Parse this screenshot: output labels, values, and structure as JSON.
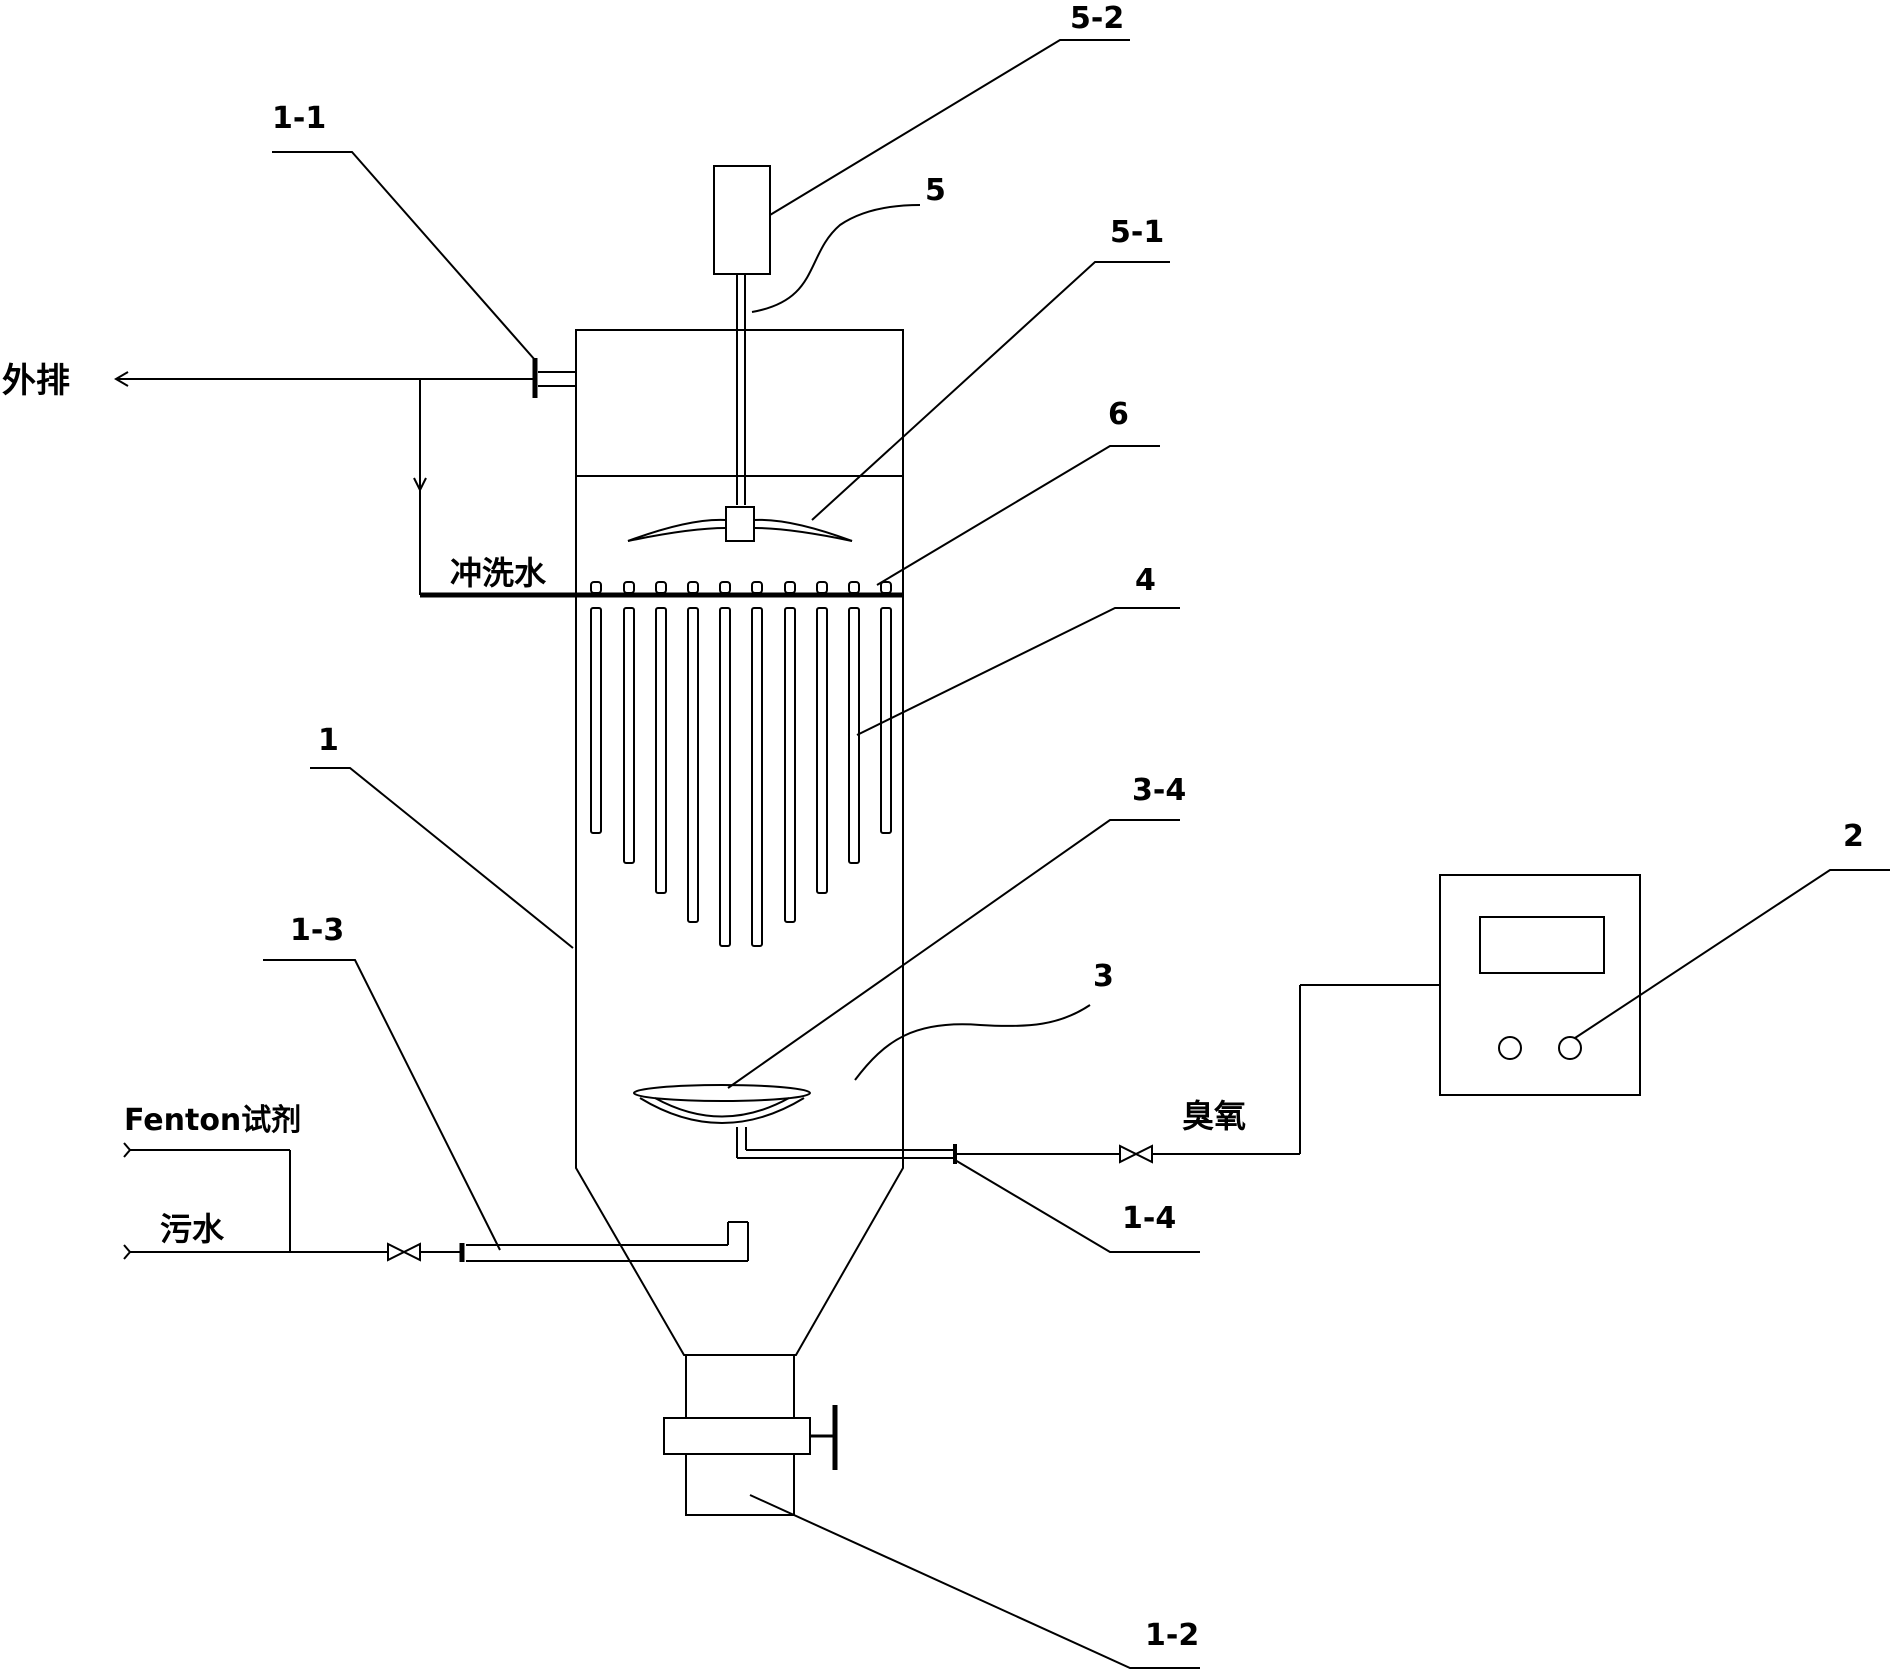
{
  "labels": {
    "part_1": "1",
    "part_1_1": "1-1",
    "part_1_2": "1-2",
    "part_1_3": "1-3",
    "part_1_4": "1-4",
    "part_2": "2",
    "part_3": "3",
    "part_3_4": "3-4",
    "part_4": "4",
    "part_5": "5",
    "part_5_1": "5-1",
    "part_5_2": "5-2",
    "part_6": "6"
  },
  "flows": {
    "discharge": "外排",
    "flush_water": "冲洗水",
    "fenton": "Fenton试剂",
    "sewage": "污水",
    "ozone": "臭氧"
  }
}
